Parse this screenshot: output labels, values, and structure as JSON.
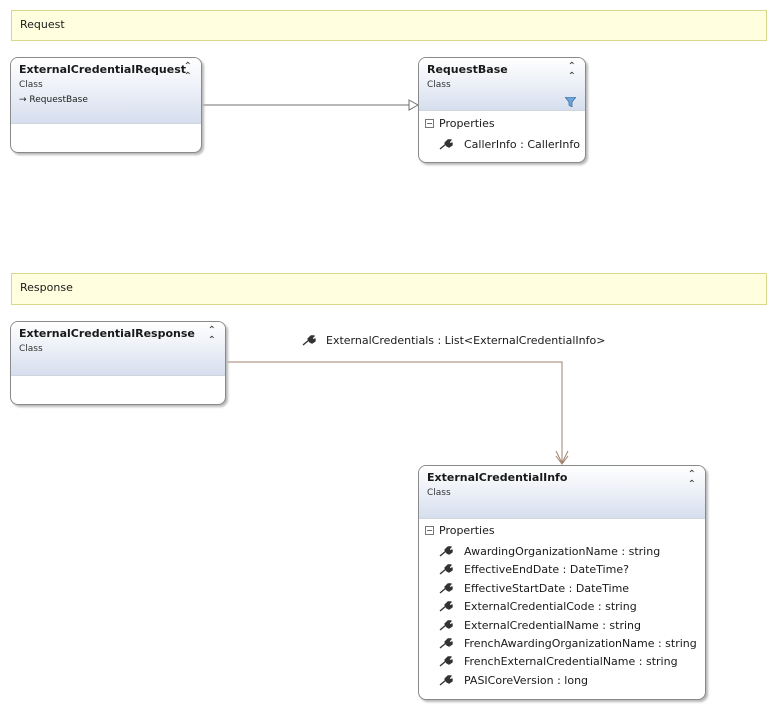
{
  "notes": {
    "request": "Request",
    "response": "Response"
  },
  "classes": {
    "external_credential_request": {
      "name": "ExternalCredentialRequest",
      "kind": "Class",
      "inherits": "RequestBase"
    },
    "request_base": {
      "name": "RequestBase",
      "kind": "Class",
      "compartment": "Properties",
      "properties": [
        "CallerInfo : CallerInfo"
      ]
    },
    "external_credential_response": {
      "name": "ExternalCredentialResponse",
      "kind": "Class"
    },
    "external_credential_info": {
      "name": "ExternalCredentialInfo",
      "kind": "Class",
      "compartment": "Properties",
      "properties": [
        "AwardingOrganizationName : string",
        "EffectiveEndDate : DateTime?",
        "EffectiveStartDate : DateTime",
        "ExternalCredentialCode : string",
        "ExternalCredentialName : string",
        "FrenchAwardingOrganizationName : string",
        "FrenchExternalCredentialName : string",
        "PASICoreVersion : long"
      ]
    }
  },
  "association": {
    "label": "ExternalCredentials : List<ExternalCredentialInfo>"
  },
  "colors": {
    "note_fill": "#ffffe0",
    "inheritance_line": "#707070",
    "association_line": "#a0826d"
  }
}
